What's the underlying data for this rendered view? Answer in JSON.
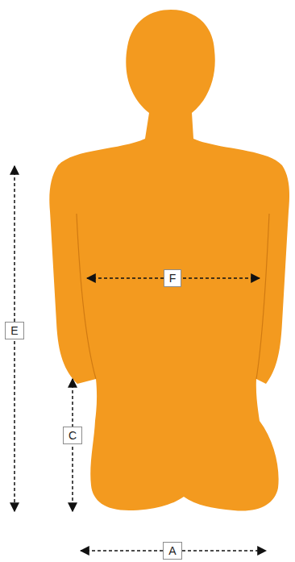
{
  "diagram": {
    "labels": [
      "E",
      "F",
      "C",
      "A"
    ]
  }
}
